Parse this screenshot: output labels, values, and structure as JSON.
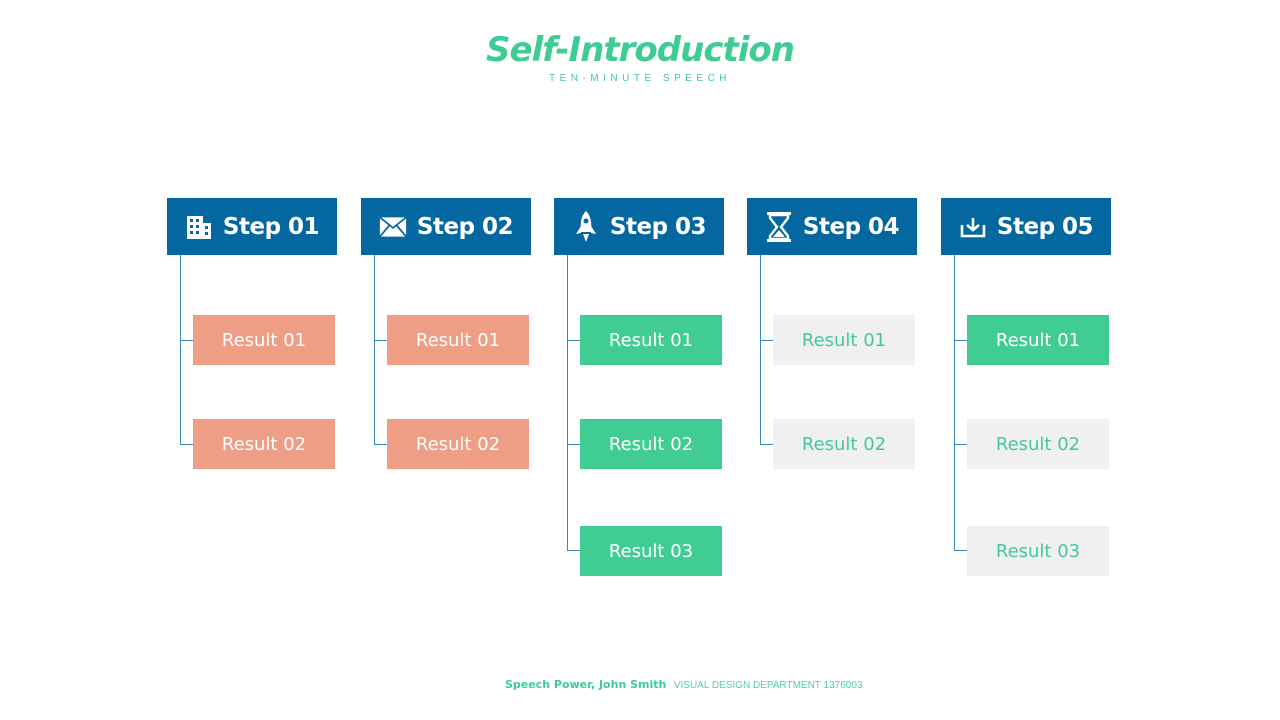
{
  "header": {
    "title": "Self-Introduction",
    "subtitle": "TEN-MINUTE SPEECH"
  },
  "steps": [
    {
      "label": "Step 01",
      "icon": "building-icon",
      "results": [
        {
          "label": "Result 01",
          "style": "orange"
        },
        {
          "label": "Result 02",
          "style": "orange"
        }
      ]
    },
    {
      "label": "Step 02",
      "icon": "envelope-icon",
      "results": [
        {
          "label": "Result 01",
          "style": "orange"
        },
        {
          "label": "Result 02",
          "style": "orange"
        }
      ]
    },
    {
      "label": "Step 03",
      "icon": "rocket-icon",
      "results": [
        {
          "label": "Result 01",
          "style": "green"
        },
        {
          "label": "Result 02",
          "style": "green"
        },
        {
          "label": "Result 03",
          "style": "green"
        }
      ]
    },
    {
      "label": "Step 04",
      "icon": "hourglass-icon",
      "results": [
        {
          "label": "Result 01",
          "style": "grey"
        },
        {
          "label": "Result 02",
          "style": "grey"
        }
      ]
    },
    {
      "label": "Step 05",
      "icon": "download-tray-icon",
      "results": [
        {
          "label": "Result 01",
          "style": "green"
        },
        {
          "label": "Result 02",
          "style": "grey"
        },
        {
          "label": "Result 03",
          "style": "grey"
        }
      ]
    }
  ],
  "footer": {
    "left": "Speech Power, John Smith",
    "right": "VISUAL DESIGN DEPARTMENT 1376003"
  },
  "colors": {
    "step_header": "#05679f",
    "connector": "#3a86bb",
    "orange": "#ee9e85",
    "green": "#41cc93",
    "grey": "#f0f0f2",
    "accent_text": "#3fcb94"
  }
}
